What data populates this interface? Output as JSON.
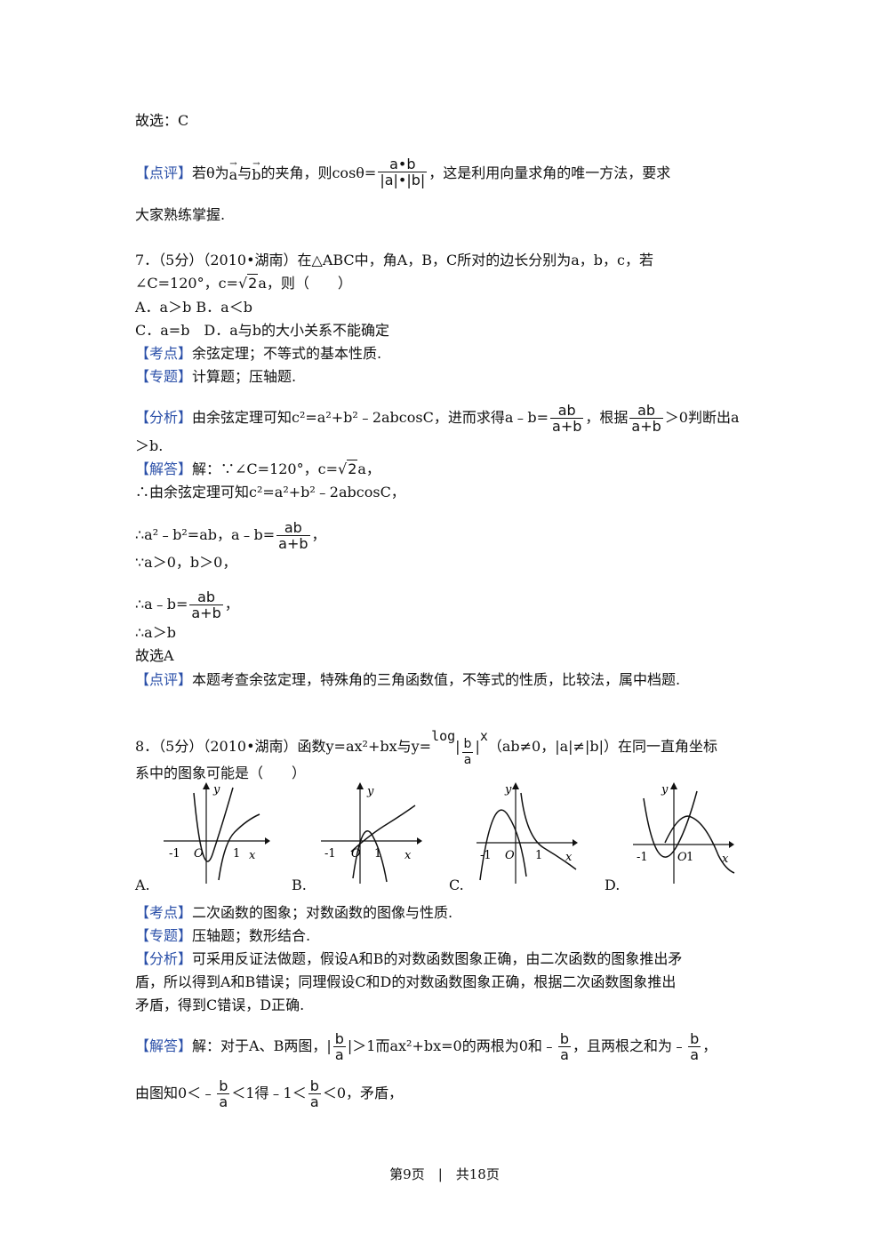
{
  "q6_tail": {
    "answer_line": "故选：C",
    "comment_tag": "【点评】",
    "comment_a": "若θ为",
    "vec_a": "a",
    "vec_and": "与",
    "vec_b": "b",
    "comment_b": "的夹角，则cosθ=",
    "frac_num": "a•b",
    "frac_den": "|a|•|b|",
    "comment_c": "，这是利用向量求角的唯一方法，要求",
    "comment_d": "大家熟练掌握."
  },
  "q7": {
    "stem_1": "7．（5分）（2010•湖南）在△ABC中，角A，B，C所对的边长分别为a，b，c，若",
    "stem_2a": "∠C=120°，c=",
    "sqrt_val": "2",
    "stem_2b": "a，则（　　）",
    "opt_ab": "A．a＞b B．a＜b",
    "opt_cd": "C．a=b　D．a与b的大小关系不能确定",
    "kaodian_tag": "【考点】",
    "kaodian": "余弦定理；不等式的基本性质.",
    "zhuanti_tag": "【专题】",
    "zhuanti": "计算题；压轴题.",
    "fenxi_tag": "【分析】",
    "fenxi_a": "由余弦定理可知c²=a²+b²﹣2abcosC，进而求得a﹣b=",
    "frac_num": "ab",
    "frac_den": "a+b",
    "fenxi_b": "，根据",
    "fenxi_c": "＞0判断出a",
    "fenxi_d": "＞b.",
    "jieda_tag": "【解答】",
    "jieda_1a": "解：∵∠C=120°，c=",
    "jieda_1b": "a，",
    "jieda_2": "∴由余弦定理可知c²=a²+b²﹣2abcosC，",
    "jieda_3a": "∴a²﹣b²=ab，a﹣b=",
    "jieda_3b": "，",
    "jieda_4": "∵a＞0，b＞0，",
    "jieda_5a": "∴a﹣b=",
    "jieda_5b": "，",
    "jieda_6": "∴a＞b",
    "jieda_7": "故选A",
    "dianping_tag": "【点评】",
    "dianping": "本题考查余弦定理，特殊角的三角函数值，不等式的性质，比较法，属中档题."
  },
  "q8": {
    "stem_1a": "8．（5分）（2010•湖南）函数y=ax²+bx与y=",
    "log_text": "log",
    "frac_num": "b",
    "frac_den": "a",
    "log_x": "x",
    "stem_1b": "（ab≠0，|a|≠|b|）在同一直角坐标",
    "stem_2": "系中的图象可能是（　　）",
    "options": [
      "A.",
      "B.",
      "C.",
      "D."
    ],
    "axis_y": "y",
    "axis_x": "x",
    "axis_o": "O",
    "tick_neg1": "-1",
    "tick_1": "1",
    "kaodian_tag": "【考点】",
    "kaodian": "二次函数的图象；对数函数的图像与性质.",
    "zhuanti_tag": "【专题】",
    "zhuanti": "压轴题；数形结合.",
    "fenxi_tag": "【分析】",
    "fenxi_1": "可采用反证法做题，假设A和B的对数函数图象正确，由二次函数的图象推出矛",
    "fenxi_2": "盾，所以得到A和B错误；同理假设C和D的对数函数图象正确，根据二次函数图象推出",
    "fenxi_3": "矛盾，得到C错误，D正确.",
    "jieda_tag": "【解答】",
    "jieda_1a": "解：对于A、B两图，|",
    "jieda_1b": "|＞1而ax²+bx=0的两根为0和﹣",
    "jieda_1c": "，且两根之和为﹣",
    "jieda_1d": "，",
    "jieda_2a": "由图知0＜﹣",
    "jieda_2b": "＜1得﹣1＜",
    "jieda_2c": "＜0，矛盾，"
  },
  "footer": "第9页　|　共18页"
}
